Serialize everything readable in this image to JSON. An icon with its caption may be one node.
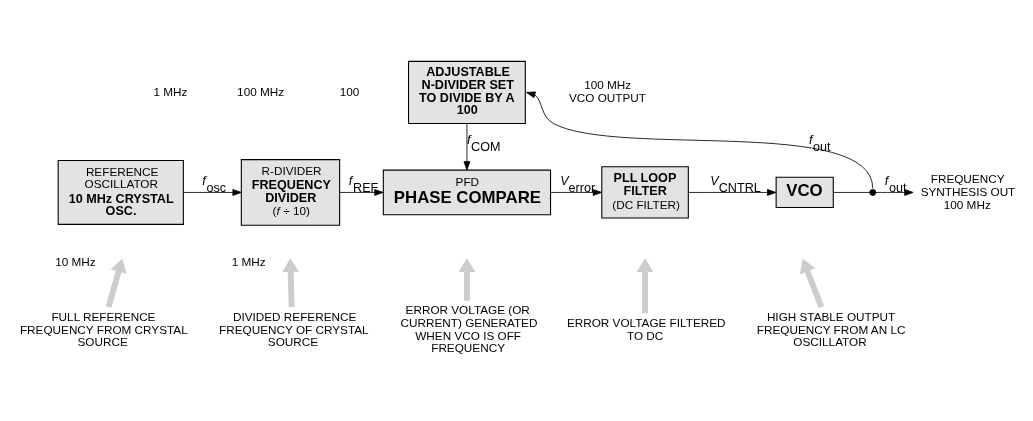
{
  "diagram": {
    "nodes": [
      {
        "text": [
          "ADJUSTABLE N-DIVIDER SET TO DIVIDE BY A 100"
        ]
      },
      {
        "text": [
          "REFERENCE OSCILLATOR",
          "10 MHz CRYSTAL OSC."
        ]
      },
      {
        "text": [
          "R-DIVIDER",
          "FREQUENCY DIVIDER",
          "(*f* ÷ 10)"
        ]
      },
      {
        "text": [
          "PFD",
          "PHASE COMPARE"
        ]
      },
      {
        "text": [
          "PLL LOOP FILTER",
          "(DC FILTER)"
        ]
      },
      {
        "text": [
          "VCO"
        ]
      },
      {
        "text": [],
        "shape": "circle"
      },
      {
        "text": [
          "FREQUENCY SYNTHESIS OUT 100 MHz"
        ]
      },
      {
        "text": [
          "FULL REFERENCE FREQUENCY FROM CRYSTAL SOURCE"
        ]
      },
      {
        "text": [
          "DIVIDED REFERENCE FREQUENCY OF CRYSTAL SOURCE"
        ]
      },
      {
        "text": [
          "ERROR VOLTAGE (OR CURRENT) GENERATED WHEN VCO IS OFF FREQUENCY"
        ]
      },
      {
        "text": [
          "ERROR VOLTAGE FILTERED TO DC"
        ]
      },
      {
        "text": [
          "HIGH STABLE OUTPUT FREQUENCY FROM AN LC OSCILLATOR"
        ]
      }
    ],
    "edges": [
      {
        "from": 1,
        "to": 2,
        "arrow": "to",
        "label": "*f*$_{osc}$"
      },
      {
        "from": 2,
        "to": 3,
        "arrow": "to",
        "label": "*f*$_{REF}$"
      },
      {
        "from": 3,
        "to": 4,
        "arrow": "to",
        "label": "*V*$_{error}$"
      },
      {
        "from": 4,
        "to": 5,
        "arrow": "to",
        "label": "*V*$_{CNTRL}$"
      },
      {
        "from": 5,
        "to": 6,
        "arrow": "none"
      },
      {
        "from": 6,
        "to": 0,
        "arrow": "to",
        "label": "*f*$_{out}$"
      },
      {
        "from": 6,
        "to": 7,
        "arrow": "to",
        "label": "*f*$_{out}$"
      },
      {
        "from": 0,
        "to": 3,
        "arrow": "to",
        "label": "*f*$_{COM}$"
      },
      {
        "from": 8,
        "to": null,
        "arrow": "to",
        "style": "thick",
        "color": "#cccccc"
      },
      {
        "from": 9,
        "to": null,
        "arrow": "to",
        "style": "thick",
        "color": "#cccccc"
      },
      {
        "from": 10,
        "to": null,
        "arrow": "to",
        "style": "thick",
        "color": "#cccccc"
      },
      {
        "from": 11,
        "to": null,
        "arrow": "to",
        "style": "thick",
        "color": "#cccccc"
      },
      {
        "from": 12,
        "to": null,
        "arrow": "to",
        "style": "thick",
        "color": "#cccccc"
      }
    ],
    "labels": [
      "1 MHz",
      "100 MHz",
      "100",
      "100 MHz VCO OUTPUT",
      "10 MHz",
      "1 MHz"
    ]
  }
}
